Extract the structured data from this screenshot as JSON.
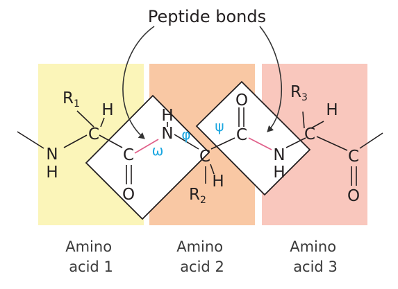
{
  "title": "Peptide bonds",
  "captions": [
    {
      "line1": "Amino",
      "line2": "acid 1"
    },
    {
      "line1": "Amino",
      "line2": "acid 2"
    },
    {
      "line1": "Amino",
      "line2": "acid 3"
    }
  ],
  "atoms": {
    "n1": "N",
    "h_n1": "H",
    "ca1": "C",
    "h_ca1": "H",
    "r1": "R",
    "r1_sub": "1",
    "c1": "C",
    "o1": "O",
    "n2": "N",
    "h_n2": "H",
    "ca2": "C",
    "h_ca2": "H",
    "r2": "R",
    "r2_sub": "2",
    "c2": "C",
    "o2": "O",
    "n3": "N",
    "h_n3": "H",
    "ca3": "C",
    "h_ca3": "H",
    "r3": "R",
    "r3_sub": "3",
    "c3": "C",
    "o3": "O"
  },
  "angles": {
    "omega": "ω",
    "phi": "φ",
    "psi": "ψ"
  },
  "colors": {
    "residue1": "#fbf5b9",
    "residue2": "#f9c8a4",
    "residue3": "#f9c7bd",
    "peptide_bond": "#e0608a",
    "angle_labels": "#19a6e0"
  }
}
